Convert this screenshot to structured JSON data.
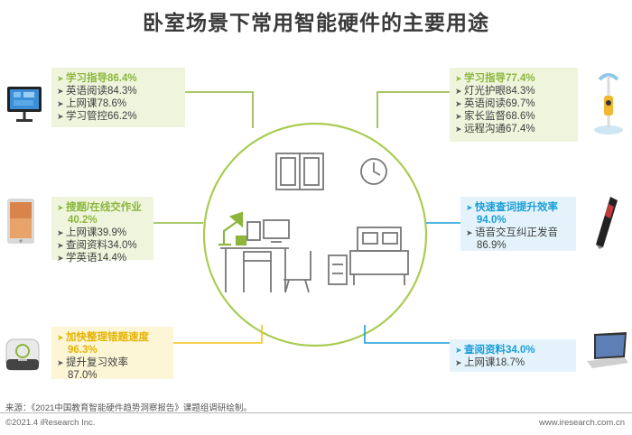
{
  "title": "卧室场景下常用智能硬件的主要用途",
  "left_top": {
    "head": "学习指导86.4%",
    "items": [
      "英语阅读84.3%",
      "上网课78.6%",
      "学习管控66.2%"
    ]
  },
  "left_mid": {
    "head1": "搜题/在线交作业",
    "head2": "40.2%",
    "items": [
      "上网课39.9%",
      "查阅资料34.0%",
      "学英语14.4%"
    ]
  },
  "left_bot": {
    "head1": "加快整理错题速度",
    "head2": "96.3%",
    "item1a": "提升复习效率",
    "item1b": "87.0%"
  },
  "right_top": {
    "head": "学习指导77.4%",
    "items": [
      "灯光护眼84.3%",
      "英语阅读69.7%",
      "家长监督68.6%",
      "远程沟通67.4%"
    ]
  },
  "right_mid": {
    "head1": "快速查词提升效率",
    "head2": "94.0%",
    "item1a": "语音交互纠正发音",
    "item1b": "86.9%"
  },
  "right_bot": {
    "head": "查阅资料34.0%",
    "items": [
      "上网课18.7%"
    ]
  },
  "colors": {
    "green": "#8cb63c",
    "blue": "#1a9ed8",
    "yellow": "#e6b300"
  },
  "source": "来源：《2021中国教育智能硬件趋势洞察报告》课题组调研绘制。",
  "footer_left": "©2021.4 iResearch Inc.",
  "footer_right": "www.iresearch.com.cn"
}
